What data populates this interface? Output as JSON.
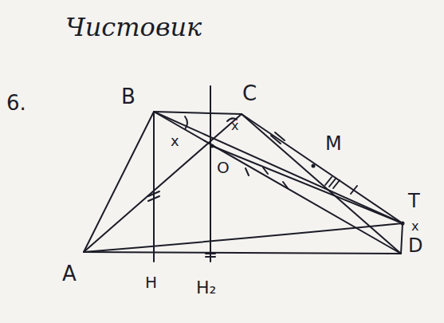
{
  "diagram": {
    "labels": [
      "Чистовик",
      "6.",
      "B",
      "C",
      "O",
      "M",
      "T",
      "D",
      "A",
      "H",
      "H₂",
      "x",
      "x",
      "x"
    ]
  }
}
